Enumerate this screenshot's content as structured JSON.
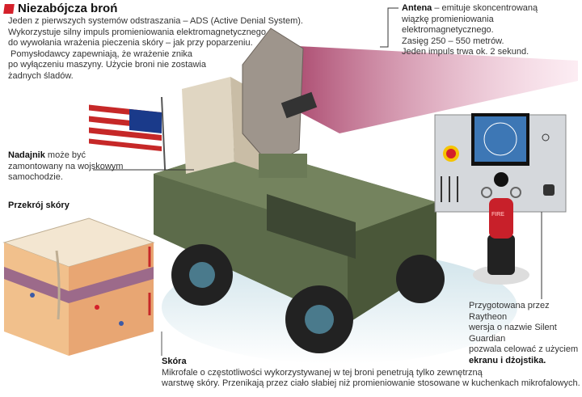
{
  "title": "Niezabójcza broń",
  "intro": [
    "Jeden z pierwszych systemów odstraszania – ADS (Active Denial System).",
    "Wykorzystuje silny impuls promieniowania elektromagnetycznego",
    "do wywołania wrażenia pieczenia skóry – jak przy poparzeniu.",
    " Pomysłodawcy zapewniają, że wrażenie znika",
    "po wyłączeniu maszyny. Użycie broni nie zostawia",
    "żadnych śladów."
  ],
  "antenna": {
    "label": "Antena",
    "lines": [
      " – emituje skoncentrowaną",
      "wiązkę promieniowania elektromagnetycznego.",
      "Zasięg 250 – 550 metrów.",
      "Jeden impuls trwa ok. 2 sekund."
    ]
  },
  "transmitter": {
    "label": "Nadajnik",
    "lines": [
      " może być",
      "zamontowany na wojskowym",
      "samochodzie."
    ]
  },
  "skin_section": {
    "label": "Przekrój skóry"
  },
  "skin": {
    "label": "Skóra",
    "lines": [
      "Mikrofale o częstotliwości wykorzystywanej w tej broni penetrują tylko zewnętrzną",
      "warstwę skóry. Przenikają przez ciało słabiej niż promieniowanie stosowane w kuchenkach mikrofalowych."
    ]
  },
  "silent_guardian": {
    "lines": [
      "Przygotowana przez Raytheon",
      "wersja o nazwie Silent Guardian",
      "pozwala celować z użyciem"
    ],
    "bold": "ekranu i dżojstika."
  },
  "joystick": {
    "fire_label": "FIRE"
  },
  "colors": {
    "accent": "#d4202a",
    "beam": "#c2185b",
    "vehicle": "#5c6b4a"
  }
}
